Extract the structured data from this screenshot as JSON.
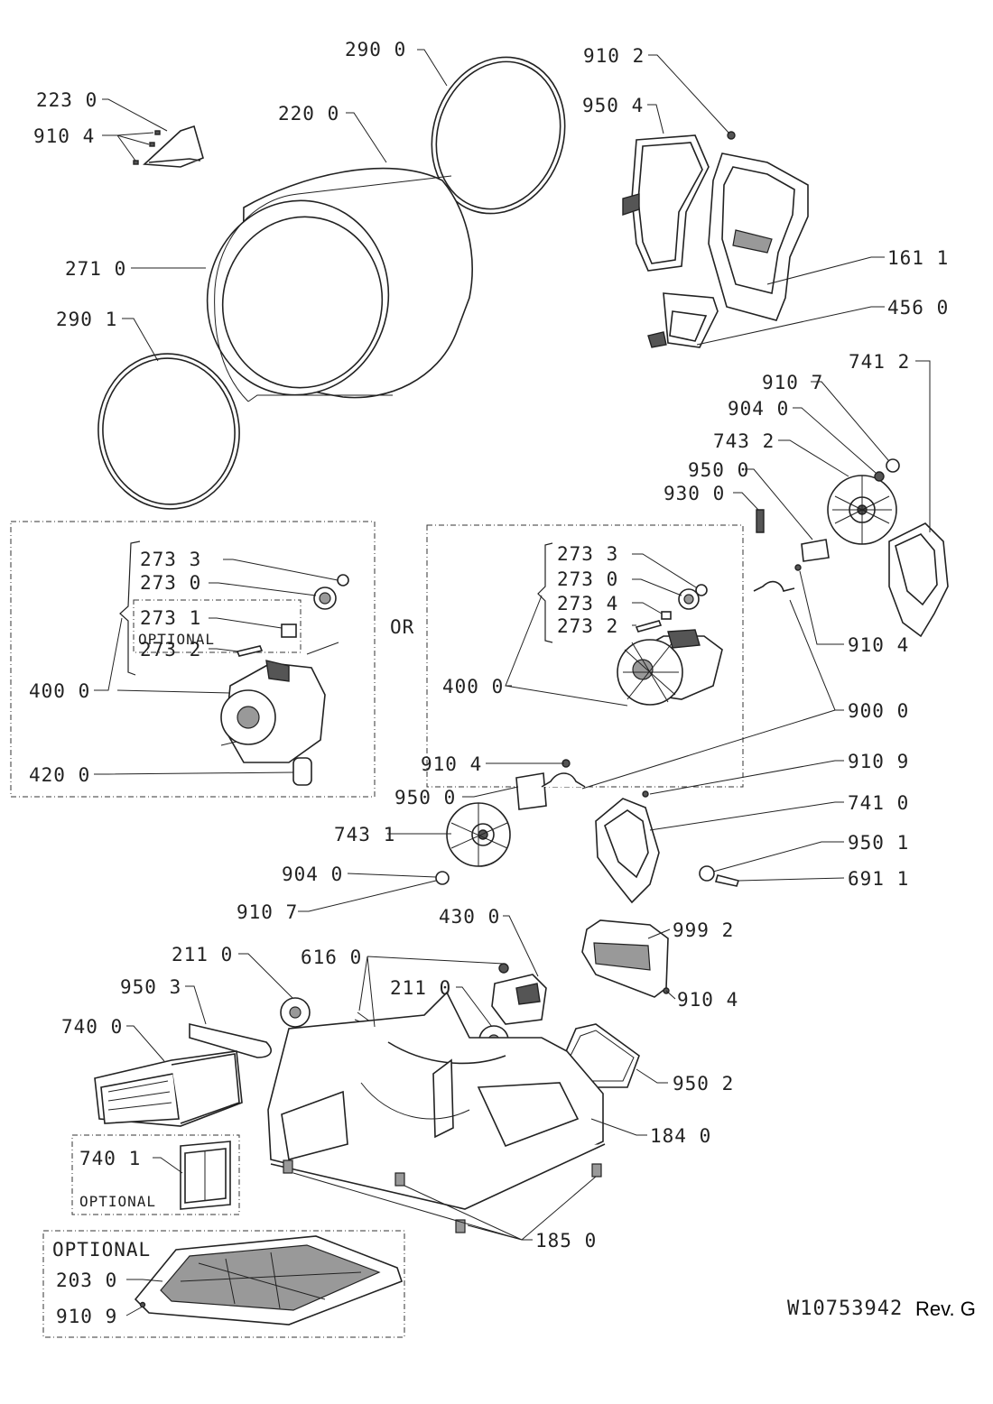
{
  "parts": [
    {
      "id": "lbl-290-0",
      "text": "290 0"
    },
    {
      "id": "lbl-223-0",
      "text": "223 0"
    },
    {
      "id": "lbl-910-4-a",
      "text": "910 4"
    },
    {
      "id": "lbl-220-0",
      "text": "220 0"
    },
    {
      "id": "lbl-910-2",
      "text": "910 2"
    },
    {
      "id": "lbl-950-4",
      "text": "950 4"
    },
    {
      "id": "lbl-271-0",
      "text": "271 0"
    },
    {
      "id": "lbl-161-1",
      "text": "161 1"
    },
    {
      "id": "lbl-290-1",
      "text": "290 1"
    },
    {
      "id": "lbl-456-0",
      "text": "456 0"
    },
    {
      "id": "lbl-741-2",
      "text": "741 2"
    },
    {
      "id": "lbl-910-7-a",
      "text": "910 7"
    },
    {
      "id": "lbl-904-0-a",
      "text": "904 0"
    },
    {
      "id": "lbl-743-2",
      "text": "743 2"
    },
    {
      "id": "lbl-950-0-a",
      "text": "950 0"
    },
    {
      "id": "lbl-930-0",
      "text": "930 0"
    },
    {
      "id": "lbl-273-3-a",
      "text": "273 3"
    },
    {
      "id": "lbl-273-0-a",
      "text": "273 0"
    },
    {
      "id": "lbl-273-1",
      "text": "273 1"
    },
    {
      "id": "lbl-273-2-a",
      "text": "273 2"
    },
    {
      "id": "lbl-400-0-a",
      "text": "400 0"
    },
    {
      "id": "lbl-420-0",
      "text": "420 0"
    },
    {
      "id": "lbl-273-3-b",
      "text": "273 3"
    },
    {
      "id": "lbl-273-0-b",
      "text": "273 0"
    },
    {
      "id": "lbl-273-4",
      "text": "273 4"
    },
    {
      "id": "lbl-273-2-b",
      "text": "273 2"
    },
    {
      "id": "lbl-400-0-b",
      "text": "400 0"
    },
    {
      "id": "lbl-910-4-b",
      "text": "910 4"
    },
    {
      "id": "lbl-900-0",
      "text": "900 0"
    },
    {
      "id": "lbl-910-4-c",
      "text": "910 4"
    },
    {
      "id": "lbl-910-9-a",
      "text": "910 9"
    },
    {
      "id": "lbl-950-0-b",
      "text": "950 0"
    },
    {
      "id": "lbl-741-0",
      "text": "741 0"
    },
    {
      "id": "lbl-743-1",
      "text": "743 1"
    },
    {
      "id": "lbl-950-1",
      "text": "950 1"
    },
    {
      "id": "lbl-904-0-b",
      "text": "904 0"
    },
    {
      "id": "lbl-691-1",
      "text": "691 1"
    },
    {
      "id": "lbl-910-7-b",
      "text": "910 7"
    },
    {
      "id": "lbl-430-0",
      "text": "430 0"
    },
    {
      "id": "lbl-999-2",
      "text": "999 2"
    },
    {
      "id": "lbl-211-0-a",
      "text": "211 0"
    },
    {
      "id": "lbl-616-0",
      "text": "616 0"
    },
    {
      "id": "lbl-910-4-d",
      "text": "910 4"
    },
    {
      "id": "lbl-950-3",
      "text": "950 3"
    },
    {
      "id": "lbl-211-0-b",
      "text": "211 0"
    },
    {
      "id": "lbl-740-0",
      "text": "740 0"
    },
    {
      "id": "lbl-950-2",
      "text": "950 2"
    },
    {
      "id": "lbl-184-0",
      "text": "184 0"
    },
    {
      "id": "lbl-740-1",
      "text": "740 1"
    },
    {
      "id": "lbl-185-0",
      "text": "185 0"
    },
    {
      "id": "lbl-203-0",
      "text": "203 0"
    },
    {
      "id": "lbl-910-9-b",
      "text": "910 9"
    }
  ],
  "notes": {
    "or": "OR",
    "optional_motor": "OPTIONAL",
    "optional_filter": "OPTIONAL",
    "optional_base": "OPTIONAL"
  },
  "footer": {
    "code": "W10753942",
    "rev": "Rev. G"
  }
}
